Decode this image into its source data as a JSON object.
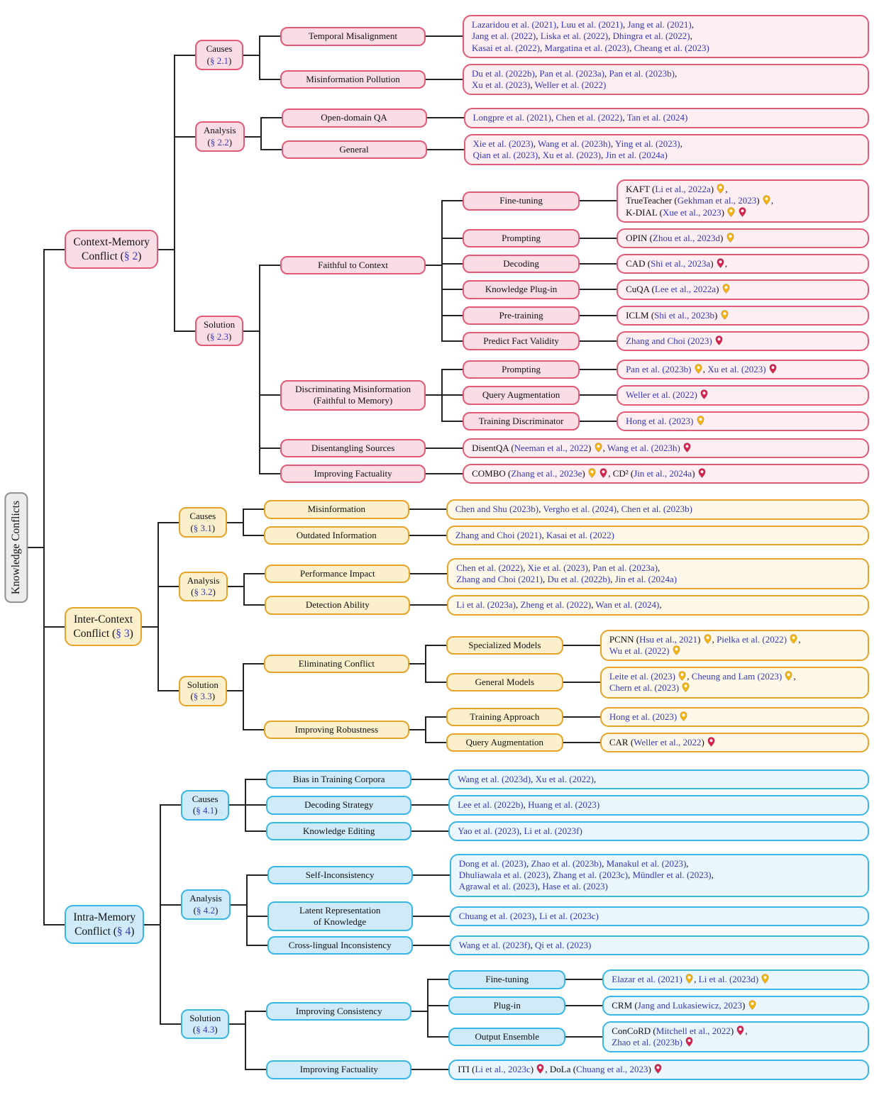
{
  "title": "Knowledge Conflicts taxonomy",
  "colors": {
    "pink_border": "#e25b76",
    "pink_mid": "#fadce4",
    "pink_leaf": "#fdeef2",
    "yellow_border": "#e5a32a",
    "yellow_mid": "#fbf0cb",
    "yellow_leaf": "#fdf8e8",
    "blue_border": "#38b6e6",
    "blue_mid": "#cfeaf8",
    "blue_leaf": "#eaf6fc",
    "gray_border": "#8f8f8f",
    "gray_fill": "#ececec",
    "citation": "#3538b8",
    "connector": "#222222",
    "pin_yellow": "#f6b40f",
    "pin_red": "#d6244e"
  },
  "icons": {
    "yellow_pin": "map-pin-yellow",
    "red_pin": "map-pin-red"
  },
  "tree": {
    "label": "Knowledge Conflicts",
    "type": "root",
    "theme": "gray",
    "children": [
      {
        "label": "Context-Memory\nConflict ([§ 2])",
        "type": "branch",
        "theme": "pink",
        "children": [
          {
            "label": "Causes\n([§ 2.1])",
            "children": [
              {
                "label": "Temporal Misalignment",
                "children": [
                  {
                    "type": "leaf",
                    "label": "[Lazaridou et al. (2021)], [Luu et al. (2021)], [Jang et al. (2021)],\n[Jang et al. (2022)], [Liska et al. (2022)], [Dhingra et al. (2022)],\n[Kasai et al. (2022)], [Margatina et al. (2023)], [Cheang et al. (2023)]"
                  }
                ]
              },
              {
                "label": "Misinformation Pollution",
                "children": [
                  {
                    "type": "leaf",
                    "label": "[Du et al. (2022b)], [Pan et al. (2023a)], [Pan et al. (2023b)],\n[Xu et al. (2023)], [Weller et al. (2022)]"
                  }
                ]
              }
            ]
          },
          {
            "label": "Analysis\n([§ 2.2])",
            "children": [
              {
                "label": "Open-domain QA",
                "children": [
                  {
                    "type": "leaf",
                    "label": "[Longpre et al. (2021)], [Chen et al. (2022)], [Tan et al. (2024)]"
                  }
                ]
              },
              {
                "label": "General",
                "children": [
                  {
                    "type": "leaf",
                    "label": "[Xie et al. (2023)], [Wang et al. (2023h)], [Ying et al. (2023)],\n[Qian et al. (2023)], [Xu et al. (2023)], [Jin et al. (2024a)]"
                  }
                ]
              }
            ]
          },
          {
            "label": "Solution\n([§ 2.3])",
            "children": [
              {
                "label": "Faithful to Context",
                "children": [
                  {
                    "label": "Fine-tuning",
                    "children": [
                      {
                        "type": "leaf",
                        "label": "KAFT ([Li et al., 2022a]) {Y},\nTrueTeacher ([Gekhman et al., 2023]) {Y},\nK-DIAL ([Xue et al., 2023]) {Y} {R}"
                      }
                    ]
                  },
                  {
                    "label": "Prompting",
                    "children": [
                      {
                        "type": "leaf",
                        "label": "OPIN ([Zhou et al., 2023d]) {Y}"
                      }
                    ]
                  },
                  {
                    "label": "Decoding",
                    "children": [
                      {
                        "type": "leaf",
                        "label": "CAD ([Shi et al., 2023a]) {R},"
                      }
                    ]
                  },
                  {
                    "label": "Knowledge Plug-in",
                    "children": [
                      {
                        "type": "leaf",
                        "label": "CuQA ([Lee et al., 2022a]) {Y}"
                      }
                    ]
                  },
                  {
                    "label": "Pre-training",
                    "children": [
                      {
                        "type": "leaf",
                        "label": "ICLM ([Shi et al., 2023b]) {Y}"
                      }
                    ]
                  },
                  {
                    "label": "Predict Fact Validity",
                    "children": [
                      {
                        "type": "leaf",
                        "label": "[Zhang and Choi (2023)] {R}"
                      }
                    ]
                  }
                ]
              },
              {
                "label": "Discriminating Misinformation\n(Faithful to Memory)",
                "children": [
                  {
                    "label": "Prompting",
                    "children": [
                      {
                        "type": "leaf",
                        "label": "[Pan et al. (2023b)] {Y}, [Xu et al. (2023)] {R}"
                      }
                    ]
                  },
                  {
                    "label": "Query Augmentation",
                    "children": [
                      {
                        "type": "leaf",
                        "label": "[Weller et al. (2022)] {R}"
                      }
                    ]
                  },
                  {
                    "label": "Training Discriminator",
                    "children": [
                      {
                        "type": "leaf",
                        "label": "[Hong et al. (2023)] {Y}"
                      }
                    ]
                  }
                ]
              },
              {
                "label": "Disentangling Sources",
                "children": [
                  {
                    "type": "leaf",
                    "label": "DisentQA ([Neeman et al., 2022]) {Y}, [Wang et al. (2023h)] {R}"
                  }
                ]
              },
              {
                "label": "Improving Factuality",
                "children": [
                  {
                    "type": "leaf",
                    "label": "COMBO ([Zhang et al., 2023e]) {Y} {R}, CD² ([Jin et al., 2024a]) {R}"
                  }
                ]
              }
            ]
          }
        ]
      },
      {
        "label": "Inter-Context\nConflict ([§ 3])",
        "type": "branch",
        "theme": "yellow",
        "children": [
          {
            "label": "Causes\n([§ 3.1])",
            "children": [
              {
                "label": "Misinformation",
                "children": [
                  {
                    "type": "leaf",
                    "label": "[Chen and Shu (2023b)], [Vergho et al. (2024)], [Chen et al. (2023b)]"
                  }
                ]
              },
              {
                "label": "Outdated Information",
                "children": [
                  {
                    "type": "leaf",
                    "label": "[Zhang and Choi (2021)], [Kasai et al. (2022)]"
                  }
                ]
              }
            ]
          },
          {
            "label": "Analysis\n([§ 3.2])",
            "children": [
              {
                "label": "Performance Impact",
                "children": [
                  {
                    "type": "leaf",
                    "label": "[Chen et al. (2022)], [Xie et al. (2023)], [Pan et al. (2023a)],\n[Zhang and Choi (2021)], [Du et al. (2022b)], [Jin et al. (2024a)]"
                  }
                ]
              },
              {
                "label": "Detection Ability",
                "children": [
                  {
                    "type": "leaf",
                    "label": "[Li et al. (2023a)], [Zheng et al. (2022)], [Wan et al. (2024)],"
                  }
                ]
              }
            ]
          },
          {
            "label": "Solution\n([§ 3.3])",
            "children": [
              {
                "label": "Eliminating Conflict",
                "children": [
                  {
                    "label": "Specialized Models",
                    "children": [
                      {
                        "type": "leaf",
                        "label": "PCNN ([Hsu et al., 2021]) {Y}, [Pielka et al. (2022)] {Y},\n[Wu et al. (2022)] {Y}"
                      }
                    ]
                  },
                  {
                    "label": "General Models",
                    "children": [
                      {
                        "type": "leaf",
                        "label": "[Leite et al. (2023)] {Y}, [Cheung and Lam (2023)] {Y},\n[Chern et al. (2023)] {Y}"
                      }
                    ]
                  }
                ]
              },
              {
                "label": "Improving Robustness",
                "children": [
                  {
                    "label": "Training Approach",
                    "children": [
                      {
                        "type": "leaf",
                        "label": "[Hong et al. (2023)] {Y}"
                      }
                    ]
                  },
                  {
                    "label": "Query Augmentation",
                    "children": [
                      {
                        "type": "leaf",
                        "label": "CAR ([Weller et al., 2022]) {R}"
                      }
                    ]
                  }
                ]
              }
            ]
          }
        ]
      },
      {
        "label": "Intra-Memory\nConflict ([§ 4])",
        "type": "branch",
        "theme": "blue",
        "children": [
          {
            "label": "Causes\n([§ 4.1])",
            "children": [
              {
                "label": "Bias in Training Corpora",
                "children": [
                  {
                    "type": "leaf",
                    "label": "[Wang et al. (2023d)], [Xu et al. (2022)],"
                  }
                ]
              },
              {
                "label": "Decoding Strategy",
                "children": [
                  {
                    "type": "leaf",
                    "label": "[Lee et al. (2022b)], [Huang et al. (2023)]"
                  }
                ]
              },
              {
                "label": "Knowledge Editing",
                "children": [
                  {
                    "type": "leaf",
                    "label": "[Yao et al. (2023)], [Li et al. (2023f)]"
                  }
                ]
              }
            ]
          },
          {
            "label": "Analysis\n([§ 4.2])",
            "children": [
              {
                "label": "Self-Inconsistency",
                "children": [
                  {
                    "type": "leaf",
                    "label": "[Dong et al. (2023)], [Zhao et al. (2023b)], [Manakul et al. (2023)],\n[Dhuliawala et al. (2023)], [Zhang et al. (2023c)], [Mündler et al. (2023)],\n[Agrawal et al. (2023)], [Hase et al. (2023)]"
                  }
                ]
              },
              {
                "label": "Latent Representation\nof Knowledge",
                "children": [
                  {
                    "type": "leaf",
                    "label": "[Chuang et al. (2023)], [Li et al. (2023c)]"
                  }
                ]
              },
              {
                "label": "Cross-lingual Inconsistency",
                "children": [
                  {
                    "type": "leaf",
                    "label": "[Wang et al. (2023f)], [Qi et al. (2023)]"
                  }
                ]
              }
            ]
          },
          {
            "label": "Solution\n([§ 4.3])",
            "children": [
              {
                "label": "Improving Consistency",
                "children": [
                  {
                    "label": "Fine-tuning",
                    "children": [
                      {
                        "type": "leaf",
                        "label": "[Elazar et al. (2021)] {Y}, [Li et al. (2023d)] {Y}"
                      }
                    ]
                  },
                  {
                    "label": "Plug-in",
                    "children": [
                      {
                        "type": "leaf",
                        "label": "CRM ([Jang and Lukasiewicz, 2023]) {Y}"
                      }
                    ]
                  },
                  {
                    "label": "Output Ensemble",
                    "children": [
                      {
                        "type": "leaf",
                        "label": "ConCoRD ([Mitchell et al., 2022]) {R},\n[Zhao et al. (2023b)] {R}"
                      }
                    ]
                  }
                ]
              },
              {
                "label": "Improving Factuality",
                "children": [
                  {
                    "type": "leaf",
                    "label": "ITI ([Li et al., 2023c]) {R}, DoLa ([Chuang et al., 2023]) {R}"
                  }
                ]
              }
            ]
          }
        ]
      }
    ]
  }
}
